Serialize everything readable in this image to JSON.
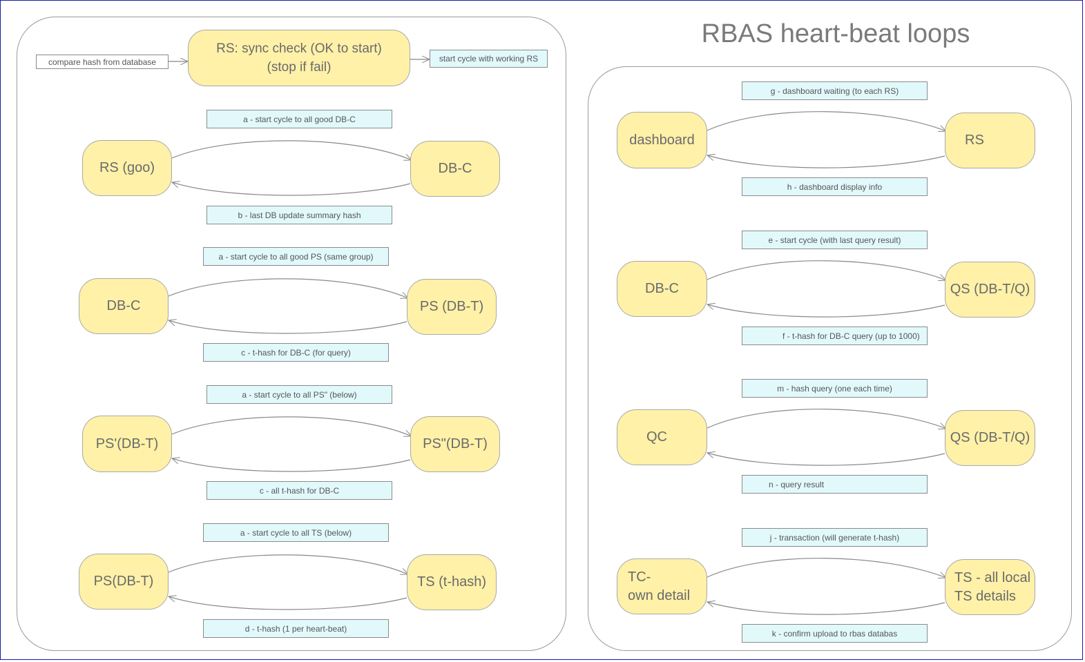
{
  "title": "RBAS heart-beat loops",
  "left_panel": {
    "sync": {
      "input_label": "compare hash from database",
      "node": "RS: sync check (OK to start)\n(stop if fail)",
      "output_label": "start cycle with working RS"
    },
    "loops": [
      {
        "left": "RS (goo)",
        "right": "DB-C",
        "top_label": "a - start cycle to all good DB-C",
        "bottom_label": "b - last DB update summary hash"
      },
      {
        "left": "DB-C",
        "right": "PS (DB-T)",
        "top_label": "a - start cycle to all good PS (same group)",
        "bottom_label": "c - t-hash for DB-C (for query)"
      },
      {
        "left": "PS'(DB-T)",
        "right": "PS\"(DB-T)",
        "top_label": "a - start cycle to all PS\" (below)",
        "bottom_label": "c - all t-hash for DB-C"
      },
      {
        "left": "PS(DB-T)",
        "right": "TS (t-hash)",
        "top_label": "a - start cycle to all TS (below)",
        "bottom_label": "d - t-hash (1 per heart-beat)"
      }
    ]
  },
  "right_panel": {
    "loops": [
      {
        "left": "dashboard",
        "right": "RS",
        "top_label": "g - dashboard waiting (to each RS)",
        "bottom_label": "h - dashboard display info"
      },
      {
        "left": "DB-C",
        "right": "QS (DB-T/Q)",
        "top_label": "e - start cycle (with last query result)",
        "bottom_label": "f - t-hash for DB-C query (up to 1000)"
      },
      {
        "left": "QC",
        "right": "QS (DB-T/Q)",
        "top_label": "m - hash query (one each time)",
        "bottom_label": "n - query result"
      },
      {
        "left": "TC-\nown detail",
        "right": "TS - all local\nTS details",
        "top_label": "j - transaction (will generate t-hash)",
        "bottom_label": "k - confirm upload to rbas databas"
      }
    ]
  },
  "colors": {
    "node_fill": "#fff1a8",
    "label_fill": "#e2f9fc",
    "border": "#a8a8a8",
    "text": "#6a6a6a"
  }
}
